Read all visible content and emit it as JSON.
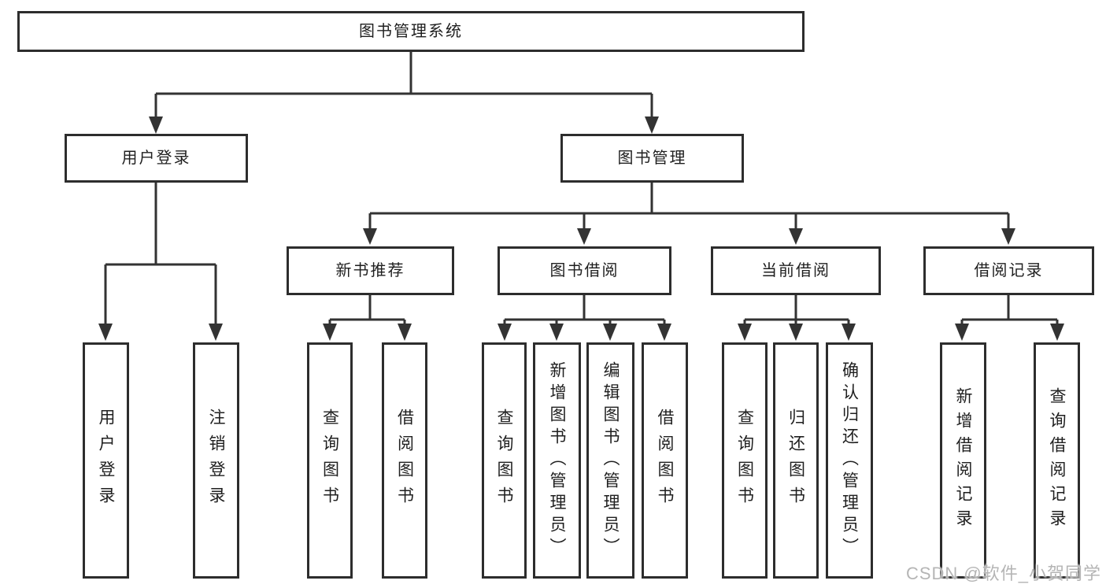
{
  "diagram": {
    "root": {
      "label": "图书管理系统",
      "children": [
        {
          "label": "用户登录",
          "children": [
            {
              "label": "用户登录"
            },
            {
              "label": "注销登录"
            }
          ]
        },
        {
          "label": "图书管理",
          "children": [
            {
              "label": "新书推荐",
              "children": [
                {
                  "label": "查询图书"
                },
                {
                  "label": "借阅图书"
                }
              ]
            },
            {
              "label": "图书借阅",
              "children": [
                {
                  "label": "查询图书"
                },
                {
                  "label": "新增图书（管理员）"
                },
                {
                  "label": "编辑图书（管理员）"
                },
                {
                  "label": "借阅图书"
                }
              ]
            },
            {
              "label": "当前借阅",
              "children": [
                {
                  "label": "查询图书"
                },
                {
                  "label": "归还图书"
                },
                {
                  "label": "确认归还（管理员）"
                }
              ]
            },
            {
              "label": "借阅记录",
              "children": [
                {
                  "label": "新增借阅记录"
                },
                {
                  "label": "查询借阅记录"
                }
              ]
            }
          ]
        }
      ]
    }
  },
  "watermark": {
    "text": "CSDN @软件_小贺同学"
  },
  "colors": {
    "line": "#333333",
    "box_border": "#2d2d2d",
    "text": "#1f1f1f",
    "watermark": "#b5b5b5",
    "background": "#ffffff"
  }
}
